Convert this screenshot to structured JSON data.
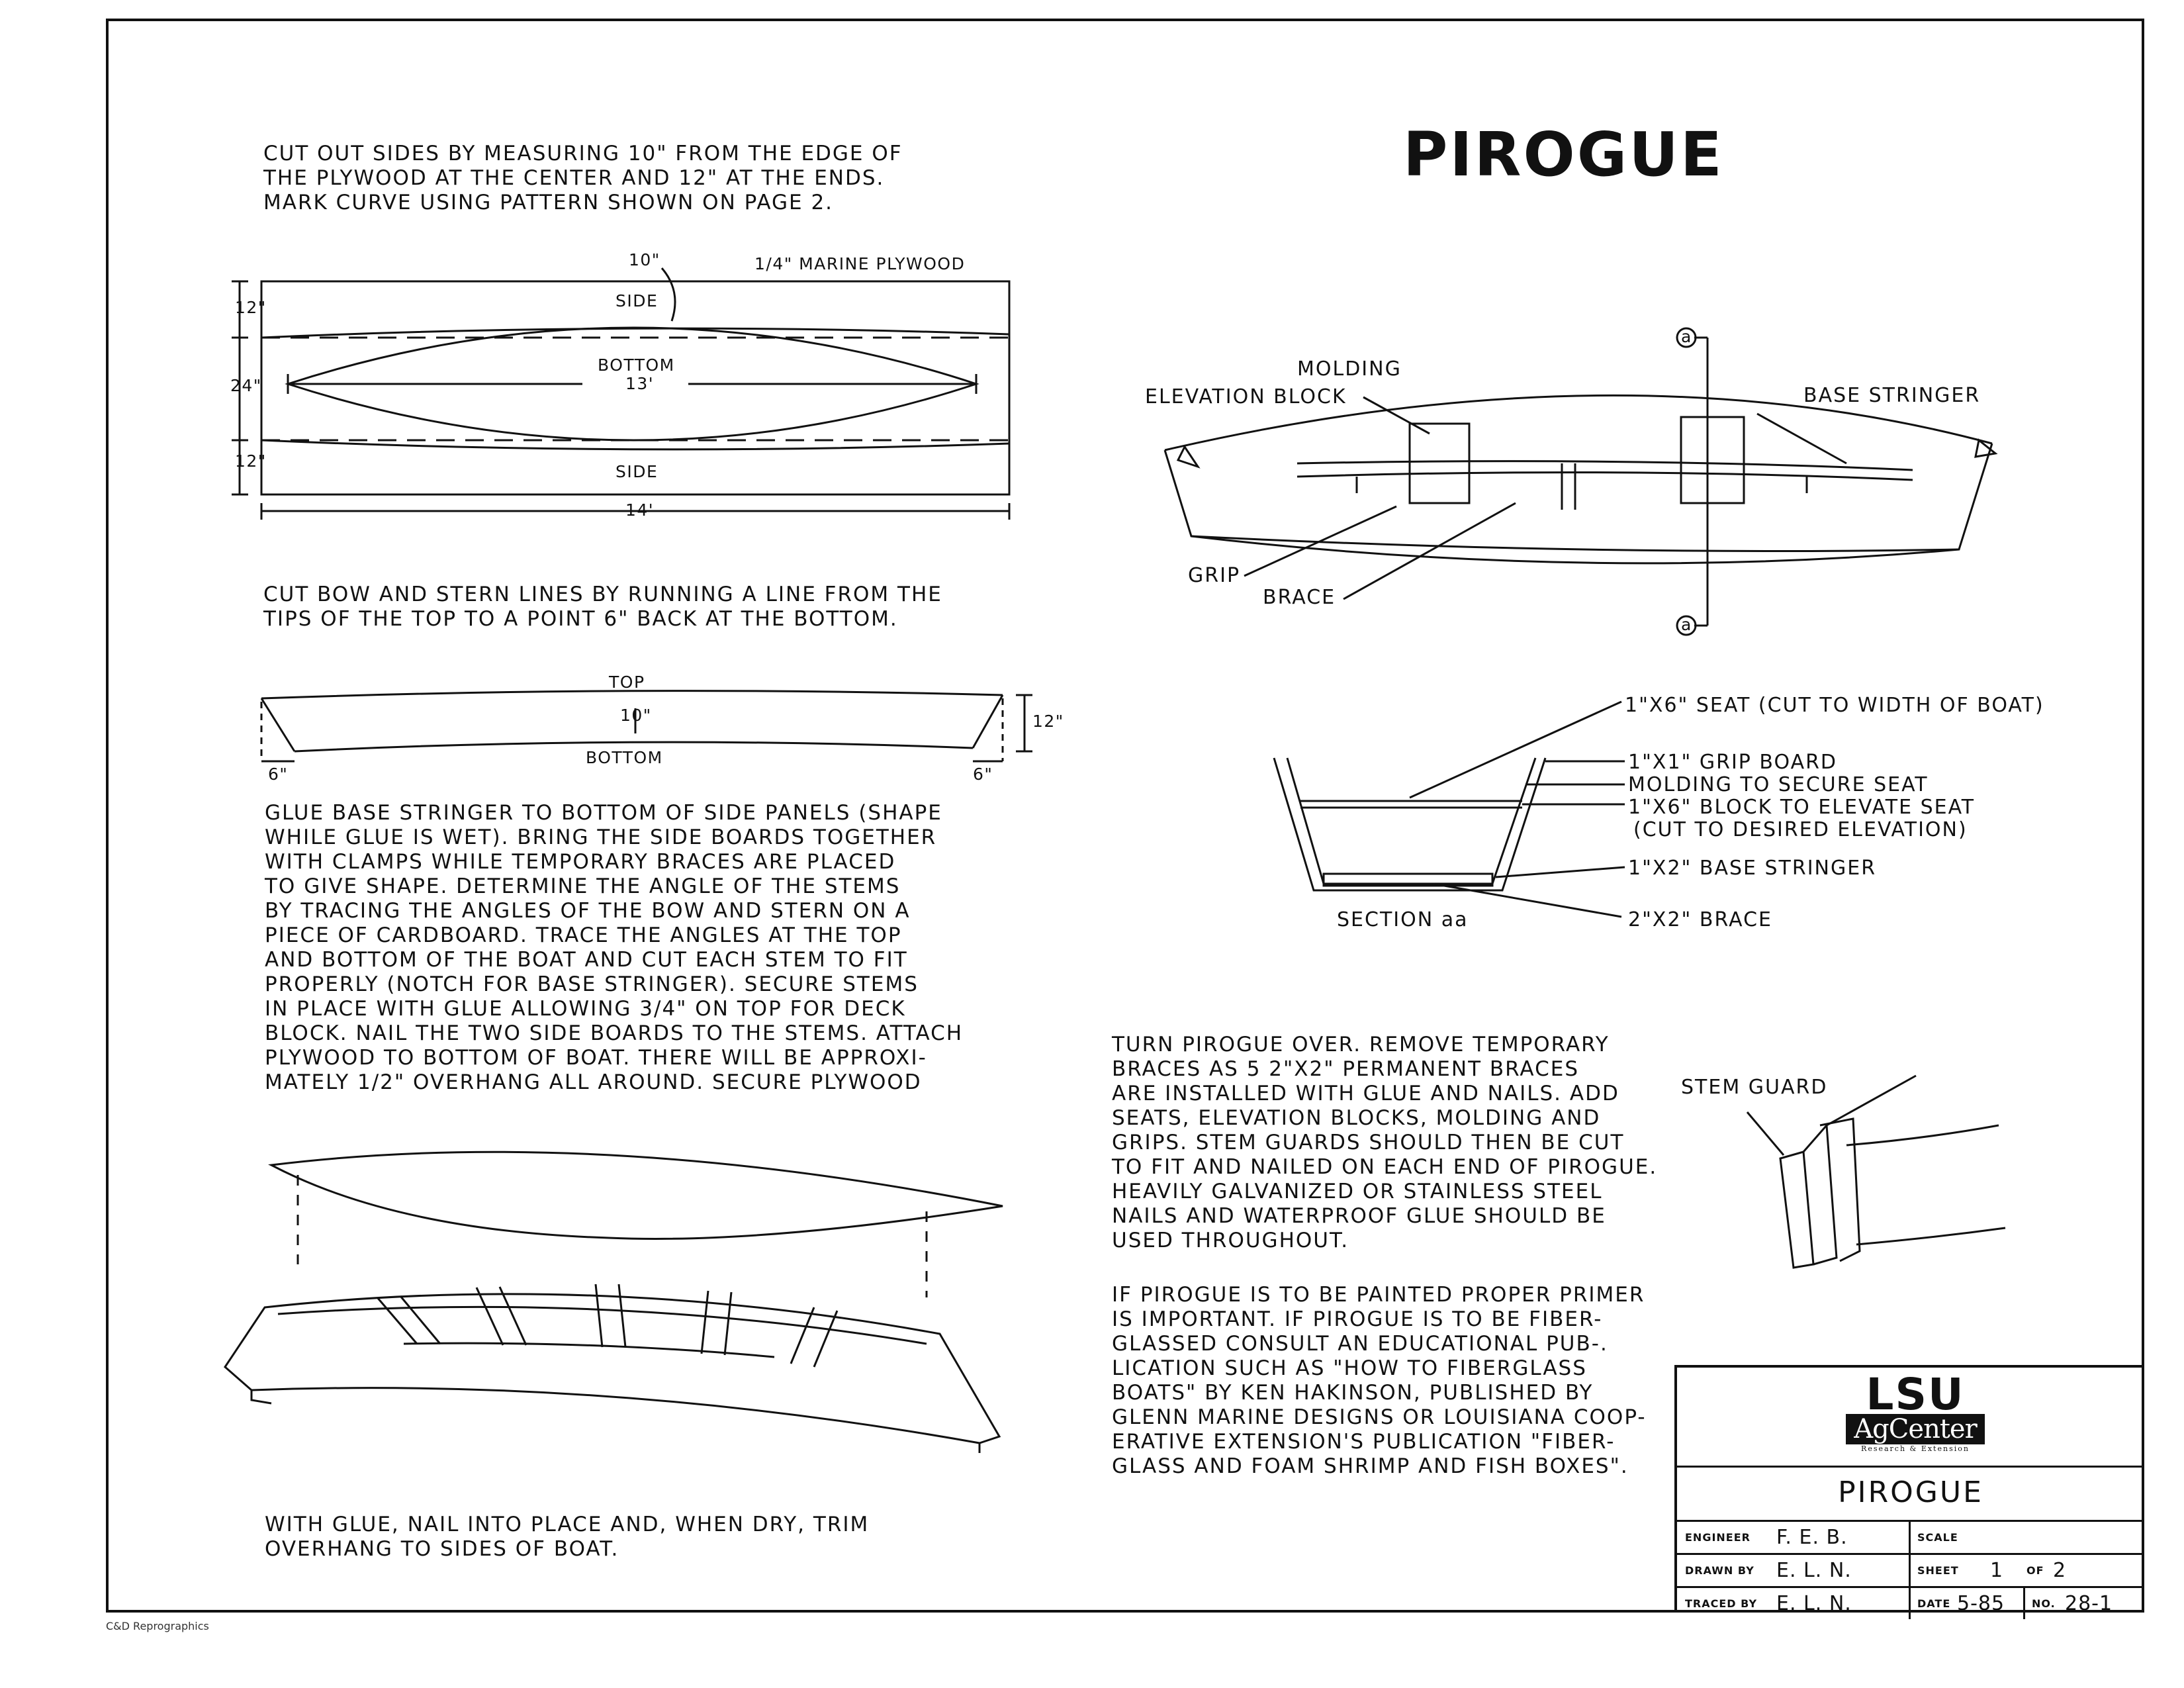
{
  "title": "PIROGUE",
  "instructions": {
    "cut_sides": "CUT OUT SIDES BY MEASURING 10\" FROM THE EDGE OF\nTHE PLYWOOD AT THE CENTER AND 12\" AT THE ENDS.\nMARK CURVE USING PATTERN SHOWN ON PAGE 2.",
    "cut_bow_stern": "CUT BOW AND STERN LINES BY RUNNING A LINE FROM THE\nTIPS OF THE TOP TO A POINT 6\" BACK AT THE BOTTOM.",
    "glue_stringer": "GLUE BASE STRINGER TO BOTTOM OF SIDE PANELS (SHAPE\nWHILE GLUE IS WET). BRING THE SIDE BOARDS TOGETHER\nWITH CLAMPS WHILE TEMPORARY BRACES ARE PLACED\nTO GIVE SHAPE. DETERMINE THE ANGLE OF THE STEMS\nBY TRACING THE ANGLES OF THE BOW AND STERN ON A\nPIECE OF CARDBOARD. TRACE THE ANGLES AT THE TOP\nAND BOTTOM OF THE BOAT AND CUT EACH STEM TO FIT\nPROPERLY (NOTCH FOR BASE STRINGER). SECURE STEMS\nIN PLACE WITH GLUE ALLOWING 3/4\" ON TOP FOR DECK\nBLOCK. NAIL THE TWO SIDE BOARDS TO THE STEMS. ATTACH\nPLYWOOD TO BOTTOM OF BOAT. THERE WILL BE APPROXI-\nMATELY 1/2\" OVERHANG ALL AROUND. SECURE PLYWOOD",
    "nail_trim": "WITH GLUE, NAIL INTO PLACE AND, WHEN DRY, TRIM\nOVERHANG TO SIDES OF BOAT.",
    "turn_over": "TURN PIROGUE OVER. REMOVE TEMPORARY\nBRACES AS 5 2\"X2\" PERMANENT BRACES\nARE INSTALLED WITH GLUE AND NAILS. ADD\nSEATS, ELEVATION BLOCKS, MOLDING AND\nGRIPS. STEM GUARDS SHOULD THEN BE CUT\nTO FIT AND NAILED ON EACH END OF PIROGUE.\nHEAVILY GALVANIZED OR STAINLESS STEEL\nNAILS AND WATERPROOF GLUE SHOULD BE\nUSED THROUGHOUT.",
    "painting": "IF PIROGUE IS TO BE PAINTED PROPER PRIMER\nIS IMPORTANT. IF PIROGUE IS TO BE FIBER-\nGLASSED CONSULT AN EDUCATIONAL PUB-.\nLICATION SUCH AS \"HOW TO FIBERGLASS\nBOATS\" BY KEN HAKINSON, PUBLISHED BY\nGLENN MARINE DESIGNS OR LOUISIANA COOP-\nERATIVE EXTENSION'S PUBLICATION \"FIBER-\nGLASS AND FOAM SHRIMP AND FISH BOXES\"."
  },
  "plywood_layout": {
    "material": "1/4\" MARINE PLYWOOD",
    "dim_10": "10\"",
    "side_top": "SIDE",
    "bottom_label": "BOTTOM",
    "bottom_length": "13'",
    "side_bottom": "SIDE",
    "overall_length": "14'",
    "dim_12_top": "12\"",
    "dim_24": "24\"",
    "dim_12_bottom": "12\""
  },
  "side_profile": {
    "top": "TOP",
    "mid_dim": "10\"",
    "bottom": "BOTTOM",
    "right_dim": "12\"",
    "left_offset": "6\"",
    "right_offset": "6\""
  },
  "boat_view": {
    "molding": "MOLDING",
    "elevation_block": "ELEVATION BLOCK",
    "base_stringer": "BASE STRINGER",
    "grip": "GRIP",
    "brace": "BRACE",
    "section_mark_top": "a",
    "section_mark_bottom": "a"
  },
  "section": {
    "title": "SECTION aa",
    "seat": "1\"X6\" SEAT (CUT TO WIDTH OF BOAT)",
    "grip_board": "1\"X1\" GRIP BOARD",
    "molding": "MOLDING TO SECURE SEAT",
    "block": "1\"X6\" BLOCK TO ELEVATE SEAT",
    "block_note": "(CUT TO DESIRED ELEVATION)",
    "stringer": "1\"X2\" BASE STRINGER",
    "brace": "2\"X2\" BRACE"
  },
  "stem_guard": {
    "label": "STEM GUARD"
  },
  "title_block": {
    "logo_main": "LSU",
    "logo_brand": "AgCenter",
    "logo_sub": "Research & Extension",
    "name": "PIROGUE",
    "engineer_label": "ENGINEER",
    "engineer": "F. E. B.",
    "scale_label": "SCALE",
    "scale": "",
    "drawn_label": "DRAWN BY",
    "drawn": "E. L. N.",
    "sheet_label": "SHEET",
    "sheet": "1",
    "of_label": "OF",
    "sheet_total": "2",
    "traced_label": "TRACED BY",
    "traced": "E. L. N.",
    "date_label": "DATE",
    "date": "5-85",
    "no_label": "NO.",
    "no": "28-1"
  },
  "footer": "C&D Reprographics"
}
